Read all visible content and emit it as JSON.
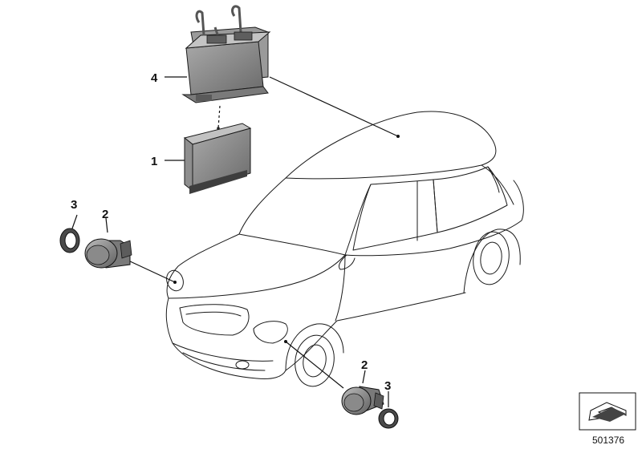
{
  "callouts": {
    "part_4": "4",
    "part_1": "1",
    "part_3_front": "3",
    "part_2_front": "2",
    "part_2_rear": "2",
    "part_3_rear": "3"
  },
  "reference_number": "501376",
  "colors": {
    "part_dark": "#6e6e6e",
    "part_mid": "#8f8f8f",
    "part_light": "#b4b4b4",
    "line": "#1a1a1a"
  }
}
